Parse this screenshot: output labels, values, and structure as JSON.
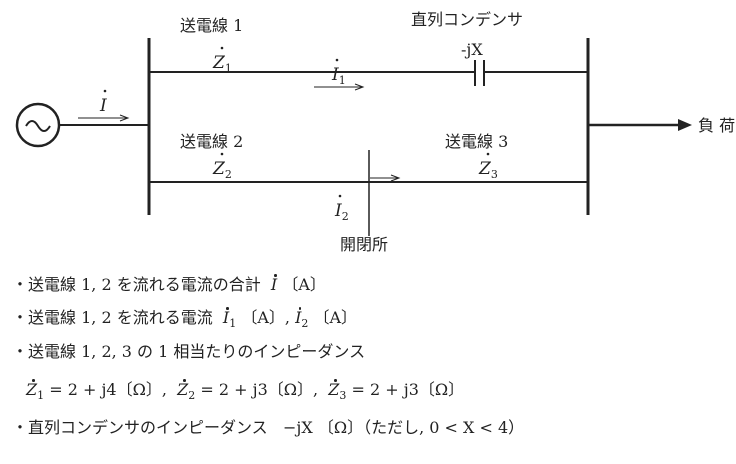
{
  "diagram": {
    "line1": {
      "label": "送電線 1",
      "impedance": "Z",
      "sub": "1"
    },
    "line2": {
      "label": "送電線 2",
      "impedance": "Z",
      "sub": "2"
    },
    "line3": {
      "label": "送電線 3",
      "impedance": "Z",
      "sub": "3"
    },
    "capacitor": {
      "label": "直列コンデンサ",
      "impedance": "-jX"
    },
    "switchyard": "開閉所",
    "load": "負 荷",
    "current_total": "I",
    "current1": {
      "sym": "I",
      "sub": "1"
    },
    "current2": {
      "sym": "I",
      "sub": "2"
    }
  },
  "notes": [
    {
      "text": "・送電線 1, 2 を流れる電流の合計",
      "var": "I",
      "unit": "〔A〕"
    },
    {
      "text": "・送電線 1, 2 を流れる電流",
      "var1": "I",
      "sub1": "1",
      "unit1": "〔A〕,",
      "var2": "I",
      "sub2": "2",
      "unit2": "〔A〕"
    },
    {
      "text": "・送電線 1, 2, 3 の 1 相当たりのインピーダンス"
    },
    {
      "z1": "Z",
      "s1": "1",
      "v1": "= 2 + j4〔Ω〕,",
      "z2": "Z",
      "s2": "2",
      "v2": "= 2 + j3〔Ω〕,",
      "z3": "Z",
      "s3": "3",
      "v3": "= 2 + j3〔Ω〕"
    },
    {
      "text": "・直列コンデンサのインピーダンス",
      "imp": "−jX",
      "rest": "〔Ω〕（ただし, 0 < X < 4）"
    }
  ]
}
